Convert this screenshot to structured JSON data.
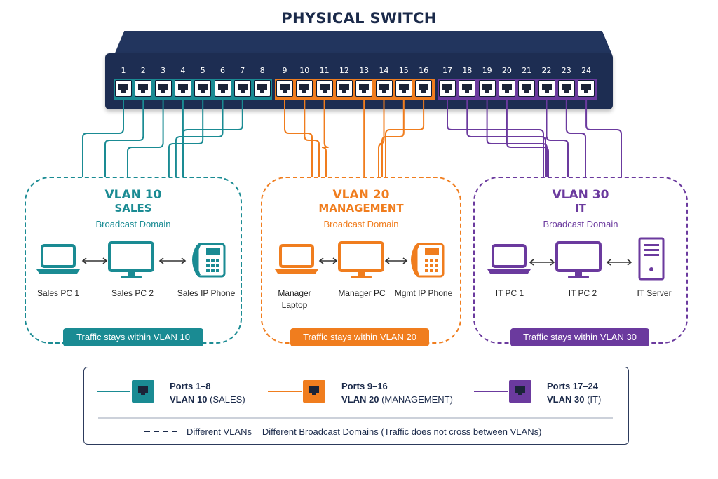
{
  "title": "PHYSICAL SWITCH",
  "colors": {
    "sales": "#1a8b93",
    "management": "#f07d1e",
    "it": "#6b3a9e",
    "switch": "#1d2d52"
  },
  "ports": [
    "1",
    "2",
    "3",
    "4",
    "5",
    "6",
    "7",
    "8",
    "9",
    "10",
    "11",
    "12",
    "13",
    "14",
    "15",
    "16",
    "17",
    "18",
    "19",
    "20",
    "21",
    "22",
    "23",
    "24"
  ],
  "vlans": [
    {
      "id": "VLAN 10",
      "name": "SALES",
      "domain": "Broadcast Domain",
      "banner": "Traffic stays within VLAN 10",
      "devices": [
        {
          "label": "Sales PC 1",
          "icon": "laptop-icon"
        },
        {
          "label": "Sales PC 2",
          "icon": "monitor-icon"
        },
        {
          "label": "Sales IP Phone",
          "icon": "phone-icon"
        }
      ]
    },
    {
      "id": "VLAN 20",
      "name": "MANAGEMENT",
      "domain": "Broadcast Domain",
      "banner": "Traffic stays within VLAN 20",
      "devices": [
        {
          "label": "Manager Laptop",
          "icon": "laptop-icon"
        },
        {
          "label": "Manager PC",
          "icon": "monitor-icon"
        },
        {
          "label": "Mgmt IP Phone",
          "icon": "phone-icon"
        }
      ]
    },
    {
      "id": "VLAN 30",
      "name": "IT",
      "domain": "Broadcast Domain",
      "banner": "Traffic stays within VLAN 30",
      "devices": [
        {
          "label": "IT PC 1",
          "icon": "laptop-icon"
        },
        {
          "label": "IT PC 2",
          "icon": "monitor-icon"
        },
        {
          "label": "IT Server",
          "icon": "server-icon"
        }
      ]
    }
  ],
  "legend": {
    "items": [
      {
        "ports": "Ports 1–8",
        "vlan": "VLAN 10",
        "desc": "(SALES)"
      },
      {
        "ports": "Ports 9–16",
        "vlan": "VLAN 20",
        "desc": "(MANAGEMENT)"
      },
      {
        "ports": "Ports 17–24",
        "vlan": "VLAN 30",
        "desc": "(IT)"
      }
    ],
    "footer_key": "Different VLANs",
    "footer_eq": "=",
    "footer_text": "Different Broadcast Domains (Traffic does not cross between VLANs)"
  }
}
